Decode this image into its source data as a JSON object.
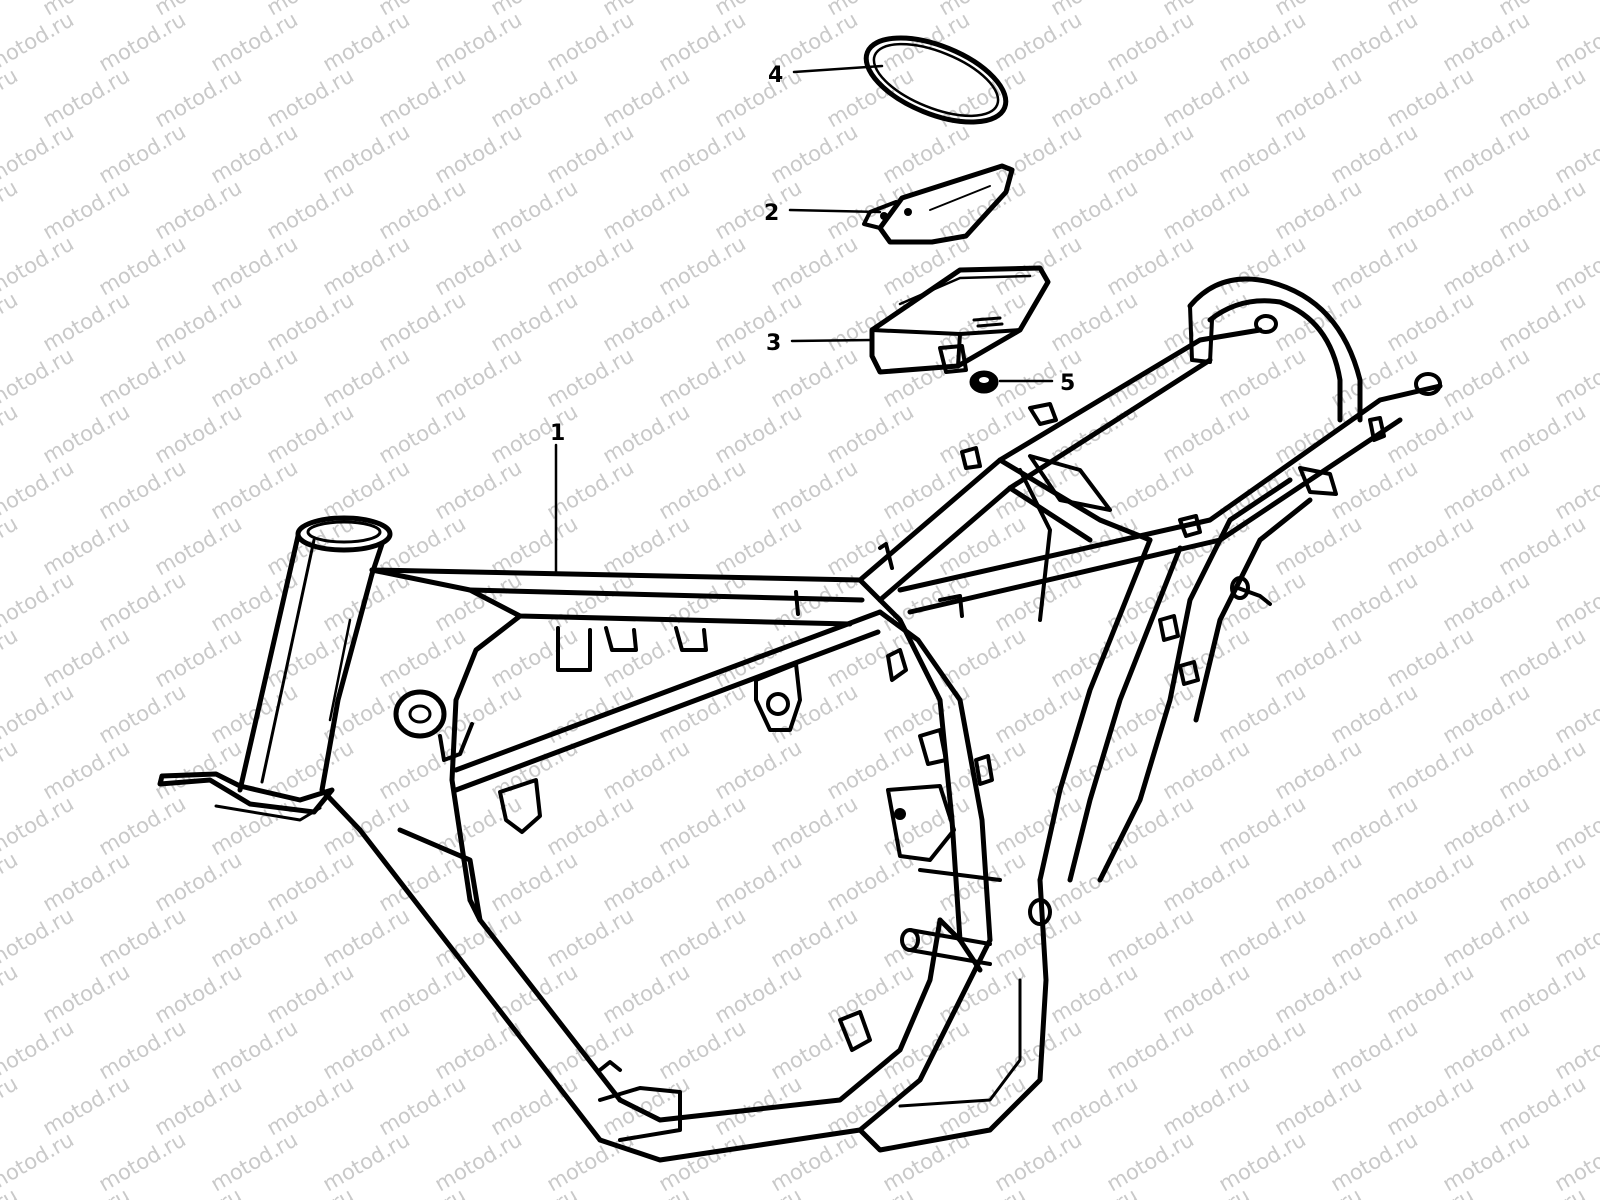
{
  "watermark": {
    "text": "motod.ru",
    "color": "#c9c9c9"
  },
  "line_color": "#000000",
  "callouts": [
    {
      "number": "4",
      "part": "ring"
    },
    {
      "number": "2",
      "part": "bracket"
    },
    {
      "number": "3",
      "part": "tray"
    },
    {
      "number": "5",
      "part": "cushion"
    },
    {
      "number": "1",
      "part": "frame"
    }
  ]
}
